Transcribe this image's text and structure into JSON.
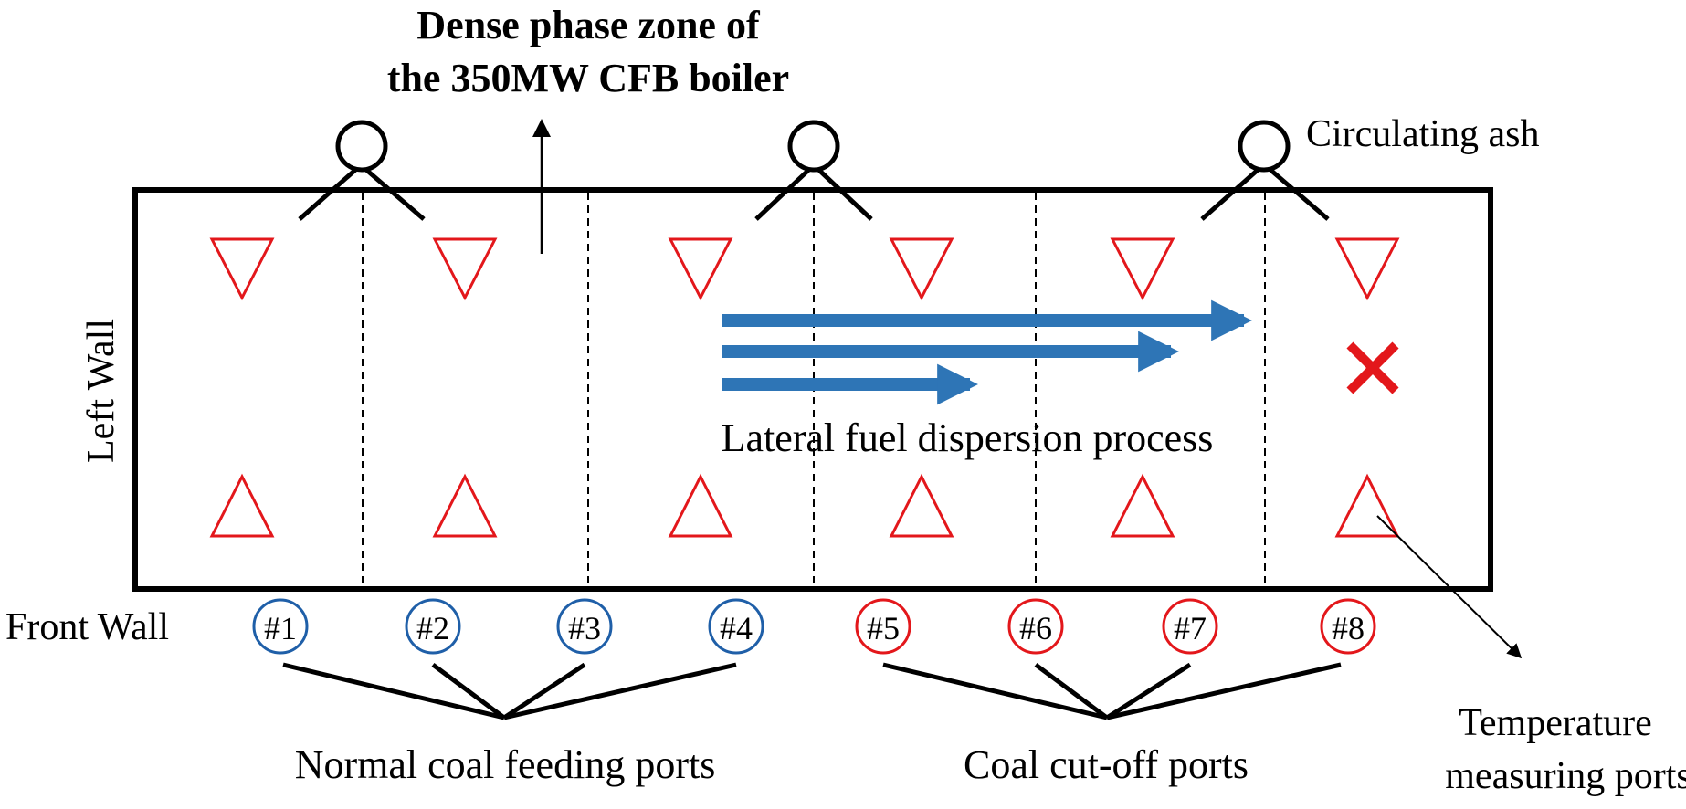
{
  "title": {
    "line1": "Dense phase zone of",
    "line2": "the 350MW CFB boiler"
  },
  "labels": {
    "circulating_ash": "Circulating ash",
    "left_wall": "Left Wall",
    "front_wall": "Front Wall",
    "lateral_process": "Lateral fuel dispersion process",
    "normal_ports": "Normal coal feeding ports",
    "cutoff_ports": "Coal cut-off ports",
    "temp_line1": "Temperature",
    "temp_line2": "measuring ports"
  },
  "ports": [
    {
      "label": "#1",
      "type": "normal"
    },
    {
      "label": "#2",
      "type": "normal"
    },
    {
      "label": "#3",
      "type": "normal"
    },
    {
      "label": "#4",
      "type": "normal"
    },
    {
      "label": "#5",
      "type": "cutoff"
    },
    {
      "label": "#6",
      "type": "cutoff"
    },
    {
      "label": "#7",
      "type": "cutoff"
    },
    {
      "label": "#8",
      "type": "cutoff"
    }
  ],
  "colors": {
    "normal_port": "#1f5fa8",
    "cutoff_port": "#e3171b",
    "triangle": "#e3171b",
    "arrow": "#2e75b6",
    "cross": "#e3171b"
  },
  "icons": {
    "temperature_port": "triangle-icon",
    "circulating_ash": "circle-inlet-icon",
    "failed_point": "cross-icon"
  }
}
